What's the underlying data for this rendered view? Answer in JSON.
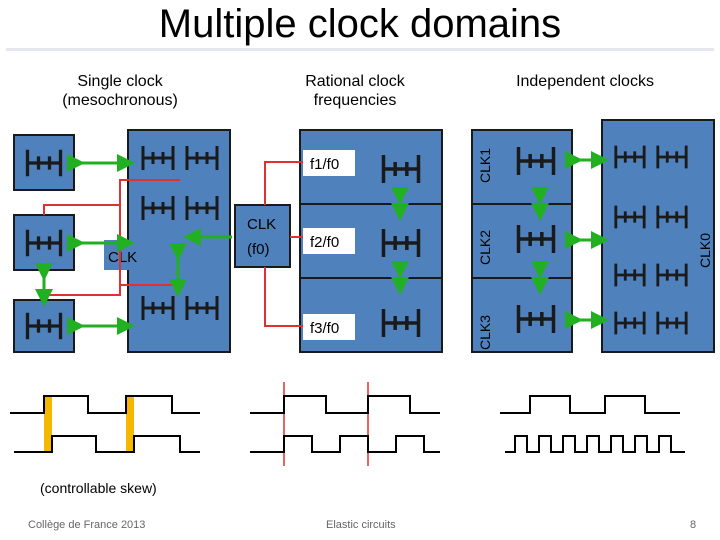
{
  "slide": {
    "title": "Multiple clock domains",
    "headers": {
      "single": "Single clock\n(mesochronous)",
      "rational": "Rational clock\nfrequencies",
      "independent": "Independent clocks"
    },
    "single": {
      "clock_label": "CLK",
      "note": "(controllable skew)"
    },
    "rational": {
      "source_label": "CLK\n(f0)",
      "ratios": [
        "f1/f0",
        "f2/f0",
        "f3/f0"
      ]
    },
    "independent": {
      "clocks": [
        "CLK1",
        "CLK2",
        "CLK3",
        "CLK0"
      ]
    },
    "footer": {
      "left": "Collège de France 2013",
      "center": "Elastic circuits",
      "page": "8"
    }
  },
  "colors": {
    "block": "#4f81bd",
    "outline": "#1a1a1a",
    "wire": "#e03030",
    "arrow": "#22b022",
    "skew": "#f5b800"
  }
}
